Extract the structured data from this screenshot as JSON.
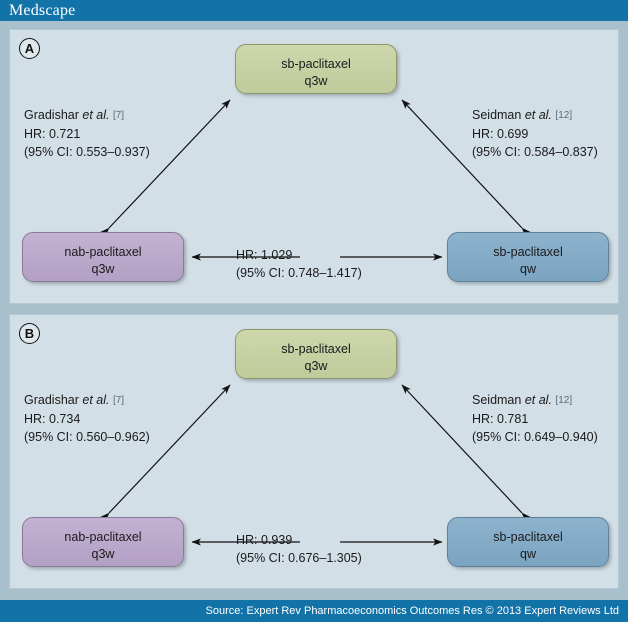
{
  "header": {
    "brand": "Medscape"
  },
  "footer": {
    "source": "Source: Expert Rev Pharmacoeconomics Outcomes Res © 2013 Expert Reviews Ltd"
  },
  "panels": [
    {
      "marker": "A",
      "nodes": {
        "top": {
          "line1": "sb-paclitaxel",
          "line2": "q3w"
        },
        "left": {
          "line1": "nab-paclitaxel",
          "line2": "q3w"
        },
        "right": {
          "line1": "sb-paclitaxel",
          "line2": "qw"
        }
      },
      "edges": {
        "left": {
          "study": "Gradishar",
          "etal": "et al.",
          "ref": "[7]",
          "hr": "HR: 0.721",
          "ci": "(95% CI: 0.553–0.937)"
        },
        "right": {
          "study": "Seidman",
          "etal": "et al.",
          "ref": "[12]",
          "hr": "HR: 0.699",
          "ci": "(95% CI: 0.584–0.837)"
        },
        "center": {
          "hr": "HR: 1.029",
          "ci": "(95% CI: 0.748–1.417)"
        }
      }
    },
    {
      "marker": "B",
      "nodes": {
        "top": {
          "line1": "sb-paclitaxel",
          "line2": "q3w"
        },
        "left": {
          "line1": "nab-paclitaxel",
          "line2": "q3w"
        },
        "right": {
          "line1": "sb-paclitaxel",
          "line2": "qw"
        }
      },
      "edges": {
        "left": {
          "study": "Gradishar",
          "etal": "et al.",
          "ref": "[7]",
          "hr": "HR: 0.734",
          "ci": "(95% CI: 0.560–0.962)"
        },
        "right": {
          "study": "Seidman",
          "etal": "et al.",
          "ref": "[12]",
          "hr": "HR: 0.781",
          "ci": "(95% CI: 0.649–0.940)"
        },
        "center": {
          "hr": "HR: 0.939",
          "ci": "(95% CI: 0.676–1.305)"
        }
      }
    }
  ],
  "colors": {
    "header_bar": "#1273a8",
    "page_background": "#a8c0cc",
    "panel_background": "#d3dfe6",
    "node_top_green": "#c0cb9b",
    "node_left_purple": "#b3a0c5",
    "node_right_blue": "#7ba4c0"
  }
}
